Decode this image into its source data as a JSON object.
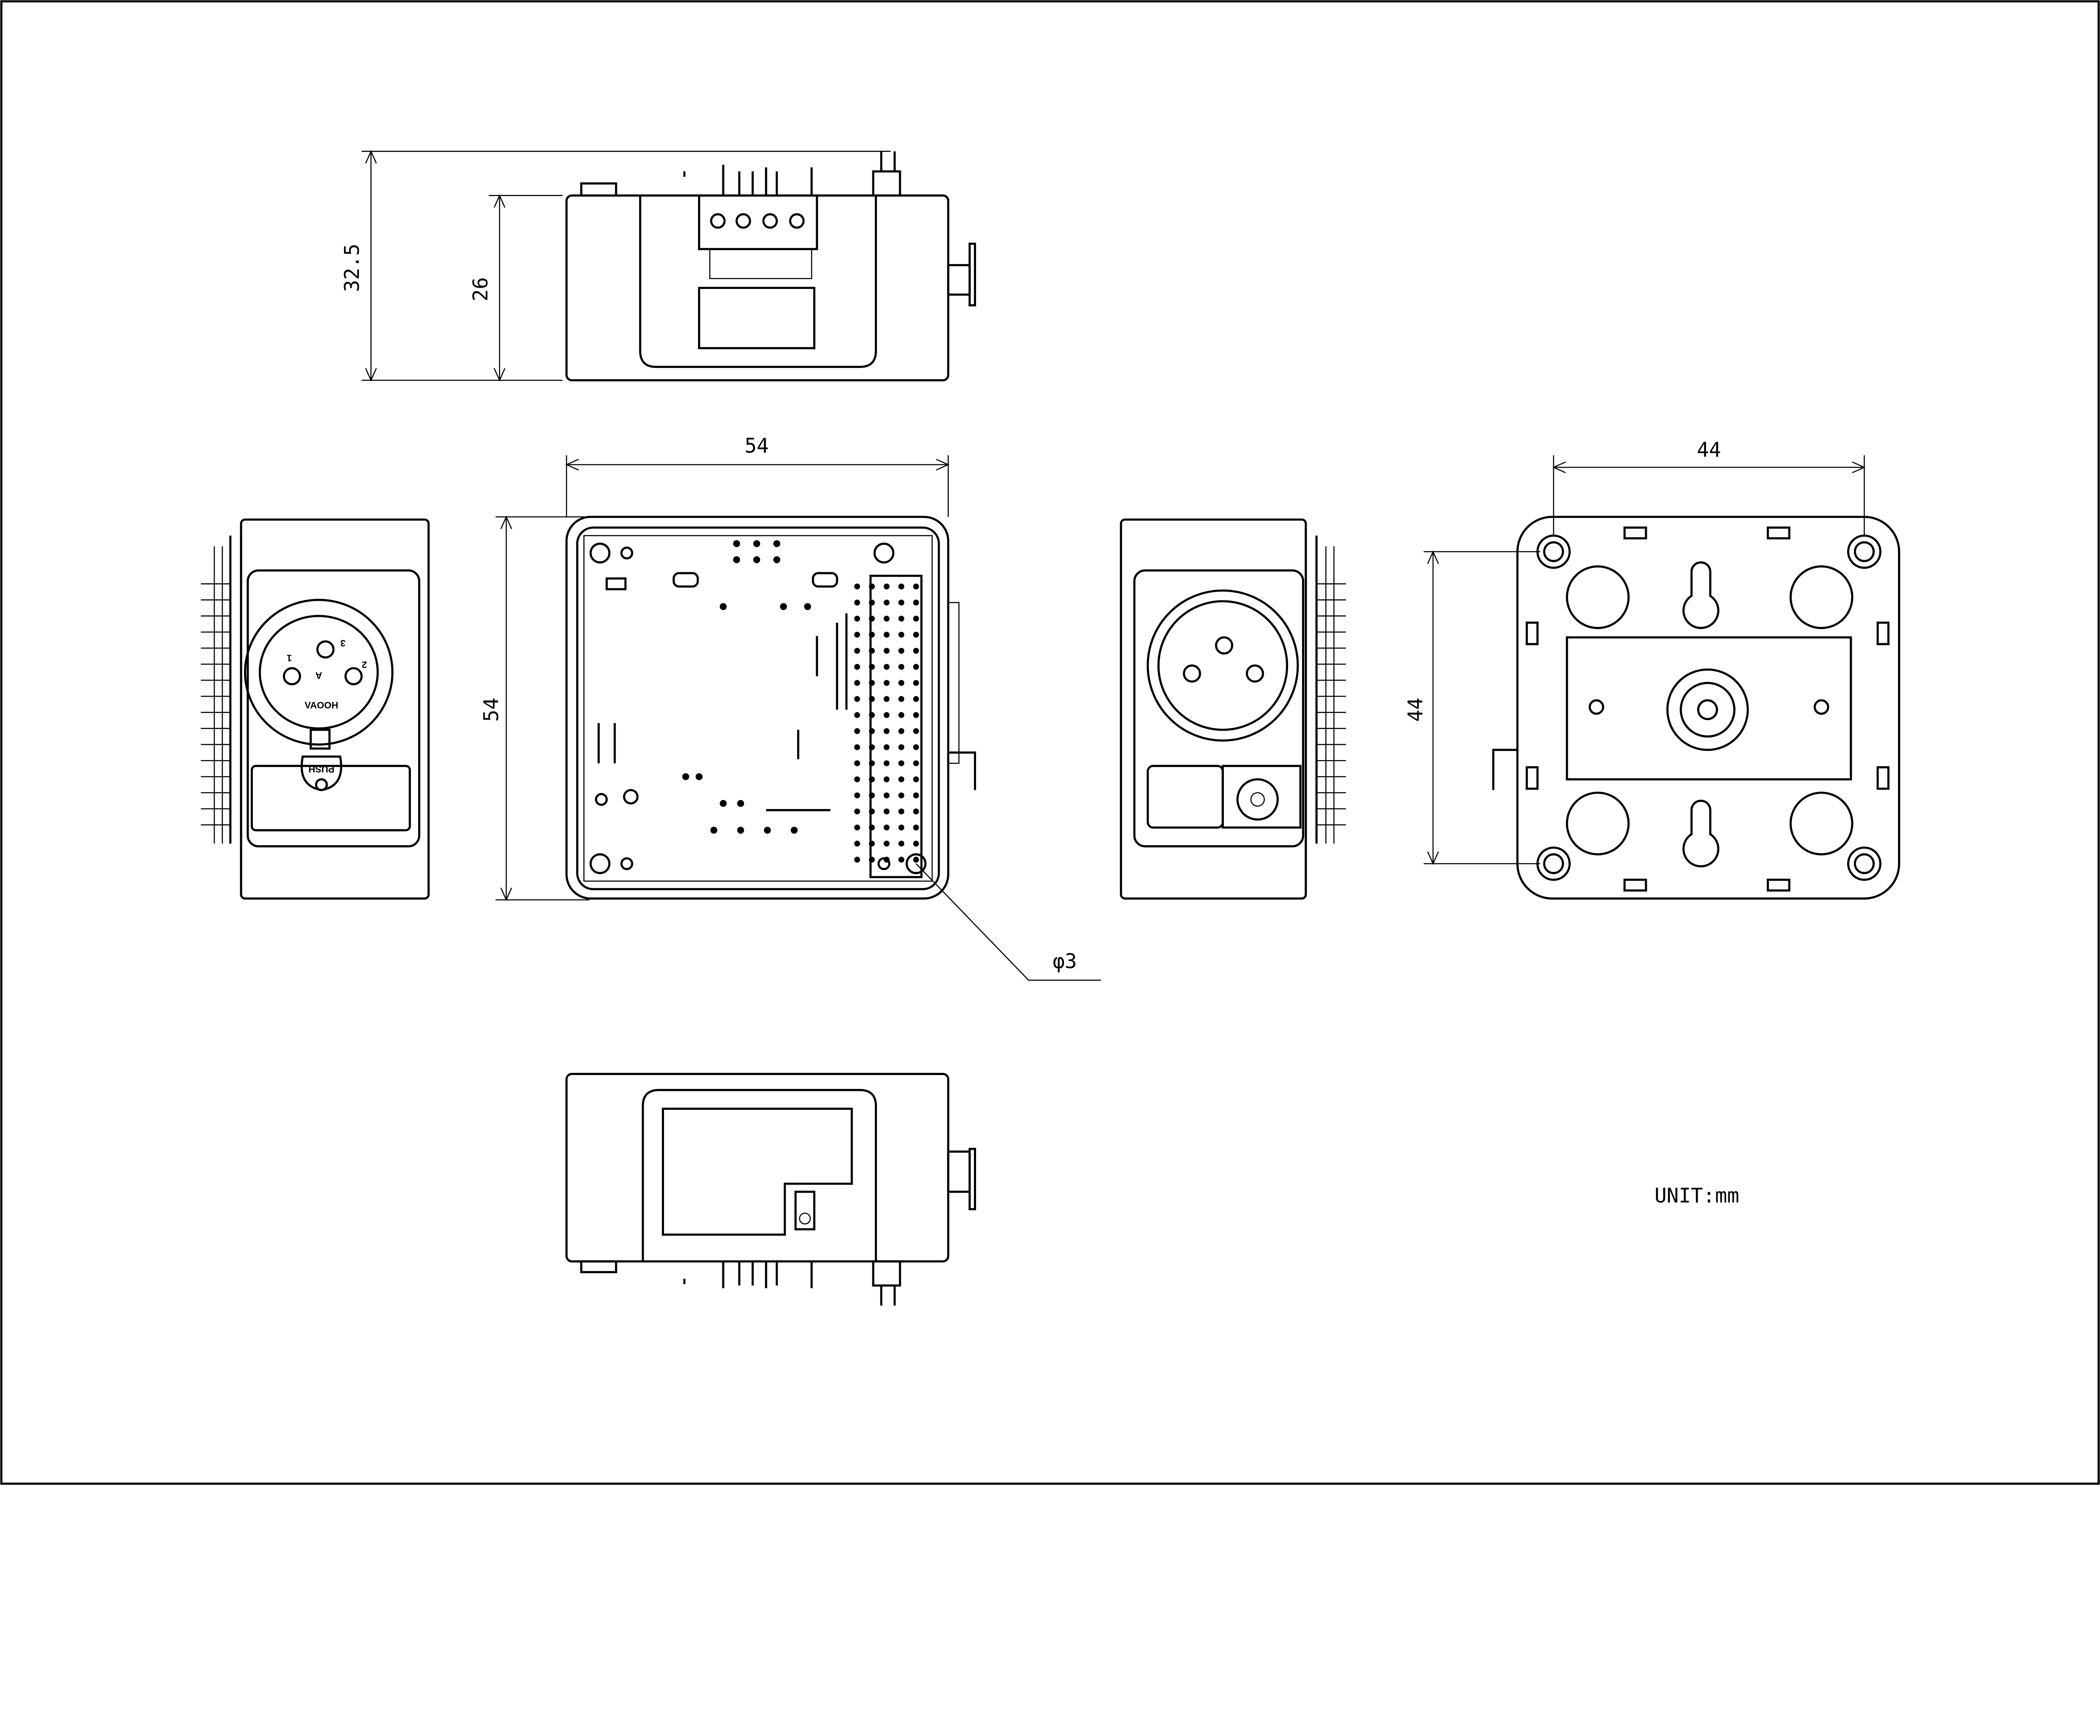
{
  "drawing": {
    "dimensions": {
      "top_total_height": "32.5",
      "top_body_height": "26",
      "front_width": "54",
      "front_height": "54",
      "mount_width": "44",
      "mount_height": "44",
      "hole_diameter": "φ3"
    },
    "unit_label": "UNIT:mm",
    "xlr_connector": {
      "pin_labels": [
        "1",
        "2",
        "3"
      ],
      "center_label": "A",
      "push_label": "PUSH",
      "brand_mark": "VAOOH"
    }
  }
}
